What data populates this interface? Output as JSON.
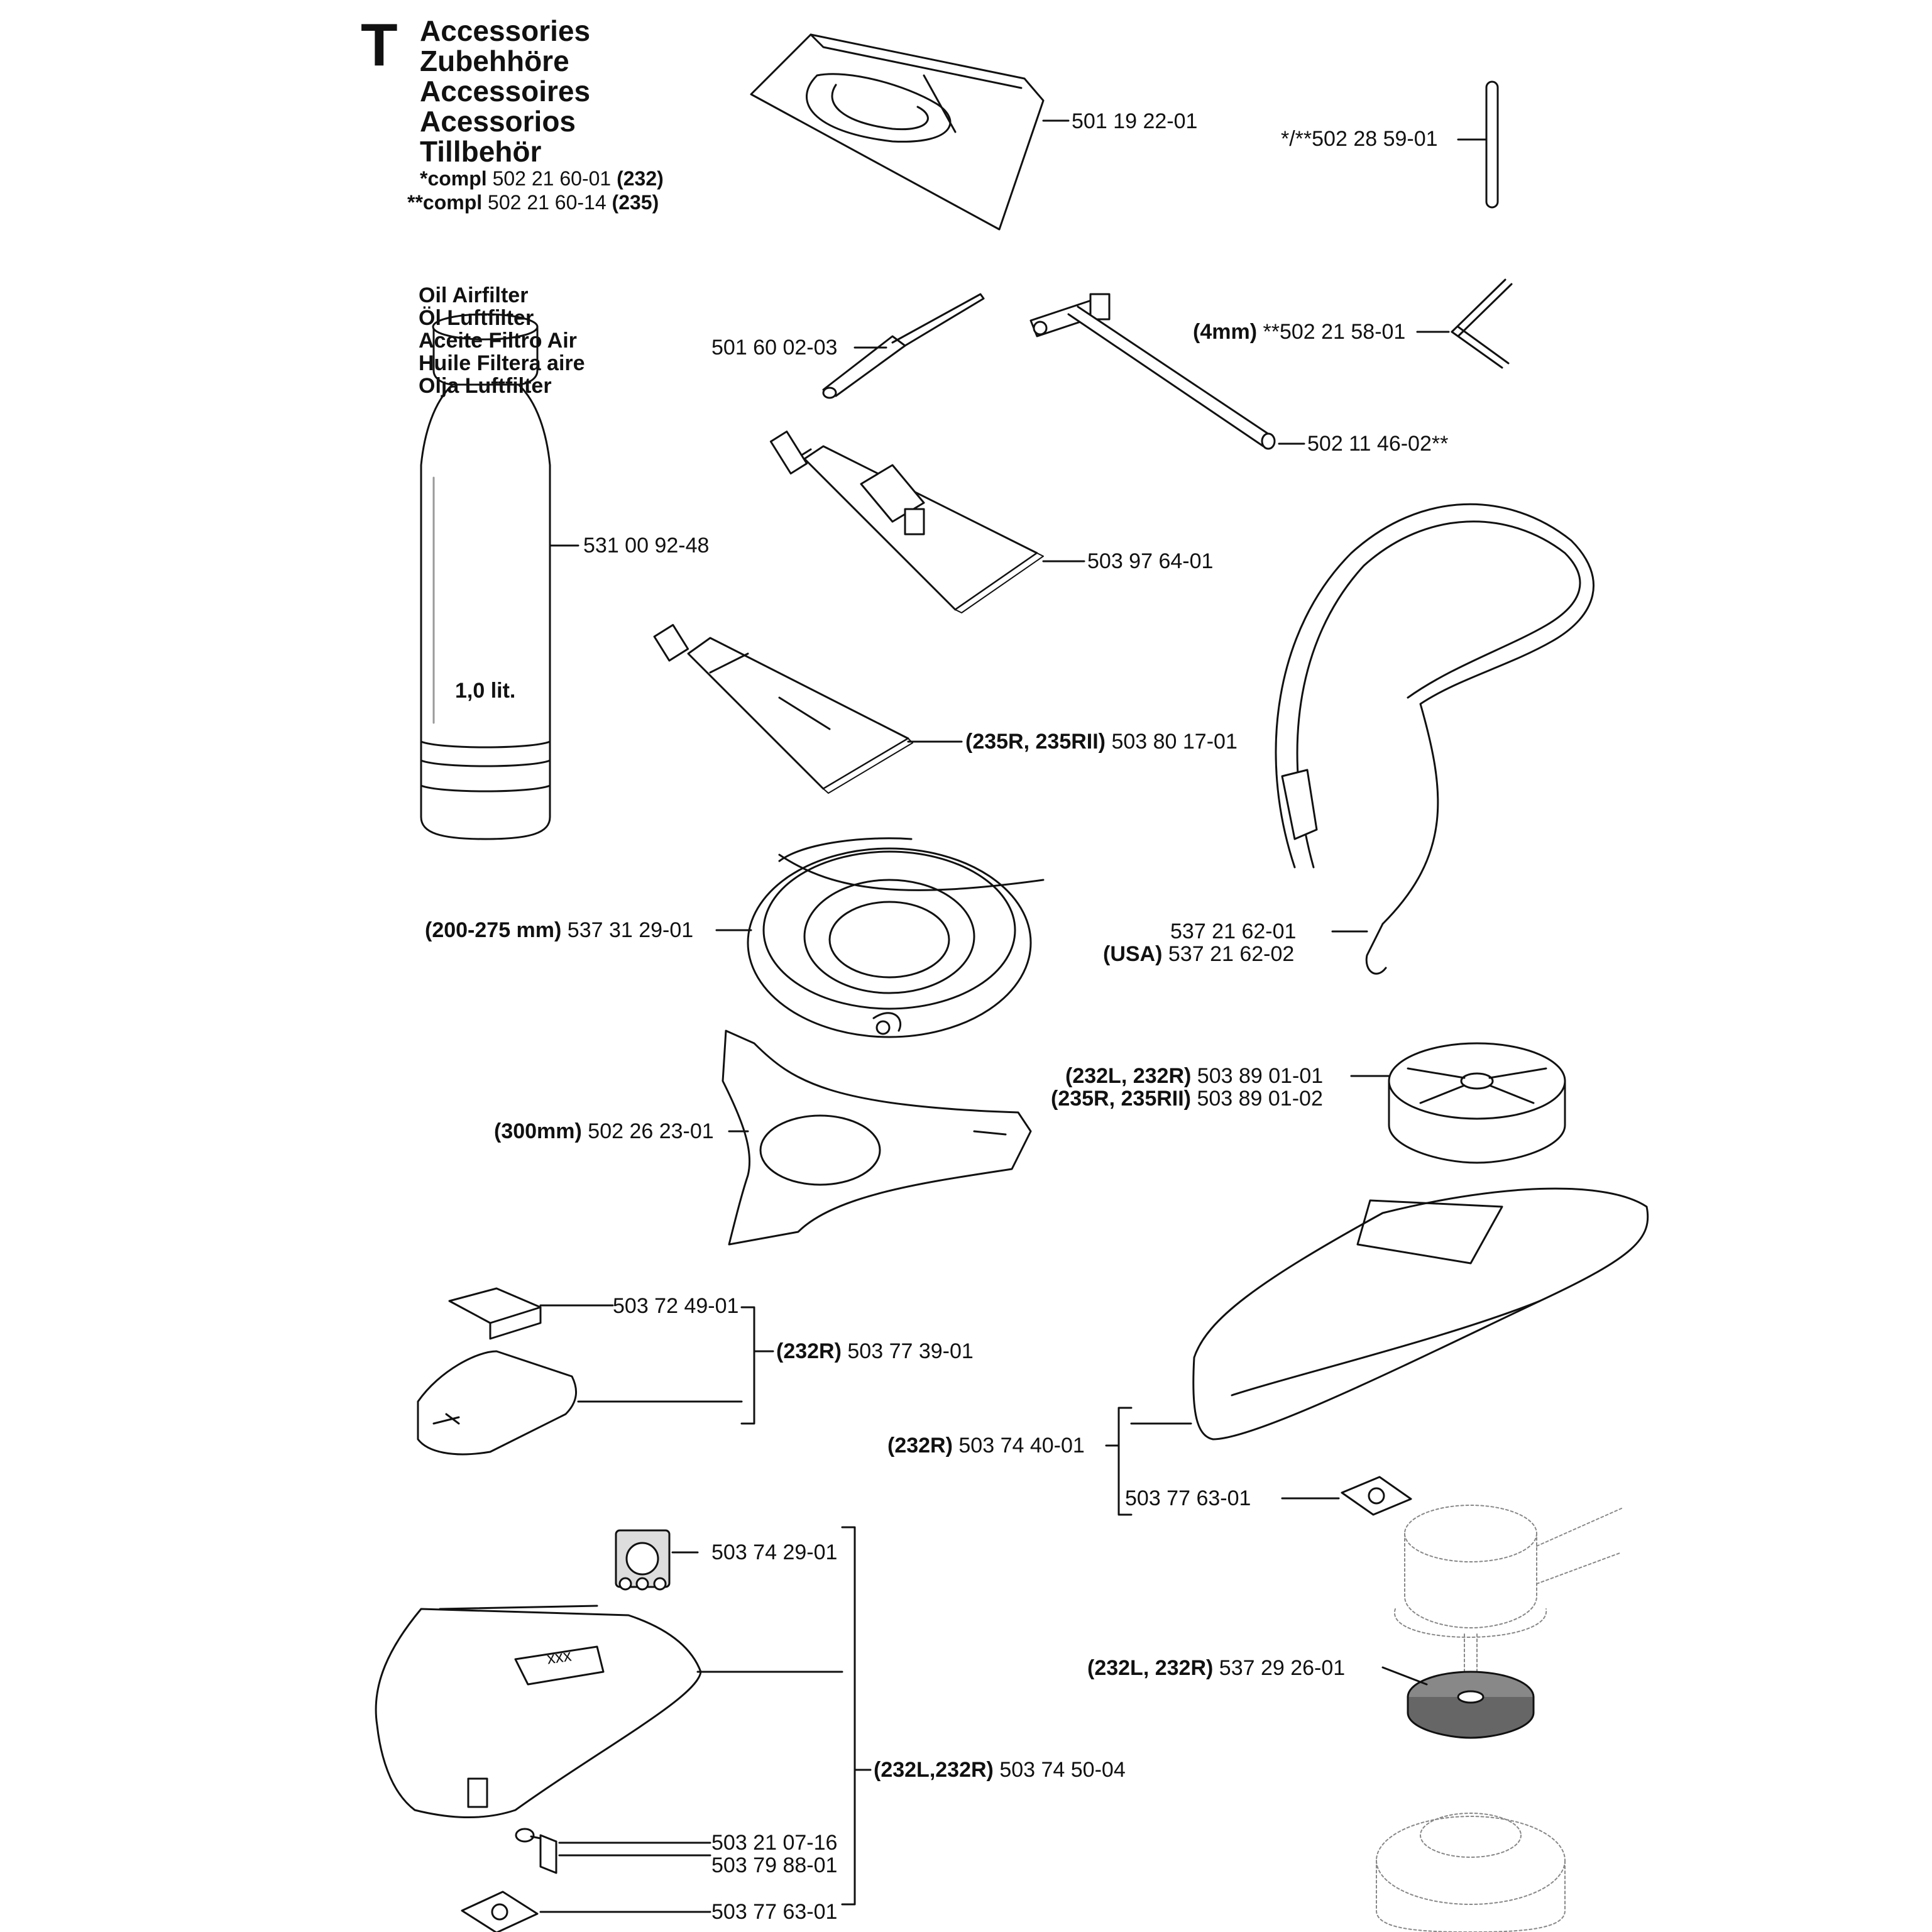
{
  "header": {
    "section_letter": "T",
    "titles": [
      "Accessories",
      "Zubehhöre",
      "Accessoires",
      "Acessorios",
      "Tillbehör"
    ],
    "compl_1": {
      "prefix": "*compl",
      "number": "502 21 60-01",
      "model": "(232)"
    },
    "compl_2": {
      "prefix": "**compl",
      "number": "502 21 60-14",
      "model": "(235)"
    }
  },
  "oil_header": [
    "Oil Airfilter",
    "Öl Luftfilter",
    "Aceite Filtro Air",
    "Huile Filtera aire",
    "Olja Luftfilter"
  ],
  "bottle_volume": "1,0 lit.",
  "parts": [
    {
      "id": "harness-bag",
      "prefix": "",
      "number": "501 19 22-01",
      "suffix": ""
    },
    {
      "id": "pin",
      "prefix": "",
      "number": "*/**502 28 59-01",
      "suffix": ""
    },
    {
      "id": "file",
      "prefix": "",
      "number": "501 60 02-03",
      "suffix": ""
    },
    {
      "id": "hex-key",
      "prefix": "(4mm)",
      "number": "**502 21 58-01",
      "suffix": ""
    },
    {
      "id": "combination-wrench",
      "prefix": "",
      "number": "502 11 46-02**",
      "suffix": ""
    },
    {
      "id": "oil-bottle",
      "prefix": "",
      "number": "531 00 92-48",
      "suffix": ""
    },
    {
      "id": "grease-tube-1",
      "prefix": "",
      "number": "503 97 64-01",
      "suffix": ""
    },
    {
      "id": "grease-tube-2",
      "prefix": "(235R, 235RII)",
      "number": "503 80 17-01",
      "suffix": ""
    },
    {
      "id": "support-cup",
      "prefix": "(200-275 mm)",
      "number": "537 31 29-01",
      "suffix": ""
    },
    {
      "id": "shoulder-strap",
      "prefix": "",
      "number": "537 21 62-01",
      "suffix": ""
    },
    {
      "id": "shoulder-strap-usa",
      "prefix": "(USA)",
      "number": "537 21 62-02",
      "suffix": ""
    },
    {
      "id": "drive-disc-1",
      "prefix": "(232L, 232R)",
      "number": "503 89 01-01",
      "suffix": ""
    },
    {
      "id": "drive-disc-2",
      "prefix": "(235R, 235RII)",
      "number": "503 89 01-02",
      "suffix": ""
    },
    {
      "id": "blade-guard-300",
      "prefix": "(300mm)",
      "number": "502 26 23-01",
      "suffix": ""
    },
    {
      "id": "bracket",
      "prefix": "",
      "number": "503 72 49-01",
      "suffix": ""
    },
    {
      "id": "guard-kit-232r",
      "prefix": "(232R)",
      "number": "503 77 39-01",
      "suffix": ""
    },
    {
      "id": "large-guard-232r",
      "prefix": "(232R)",
      "number": "503 74 40-01",
      "suffix": ""
    },
    {
      "id": "plate-1",
      "prefix": "",
      "number": "503 77 63-01",
      "suffix": ""
    },
    {
      "id": "decal",
      "prefix": "",
      "number": "503 74 29-01",
      "suffix": ""
    },
    {
      "id": "washer-232",
      "prefix": "(232L, 232R)",
      "number": "537 29 26-01",
      "suffix": ""
    },
    {
      "id": "guard-232lr",
      "prefix": "(232L,232R)",
      "number": "503 74 50-04",
      "suffix": ""
    },
    {
      "id": "screw",
      "prefix": "",
      "number": "503 21 07-16",
      "suffix": ""
    },
    {
      "id": "clip",
      "prefix": "",
      "number": "503 79 88-01",
      "suffix": ""
    },
    {
      "id": "plate-2",
      "prefix": "",
      "number": "503 77 63-01",
      "suffix": ""
    }
  ],
  "decal_text": "xxx"
}
